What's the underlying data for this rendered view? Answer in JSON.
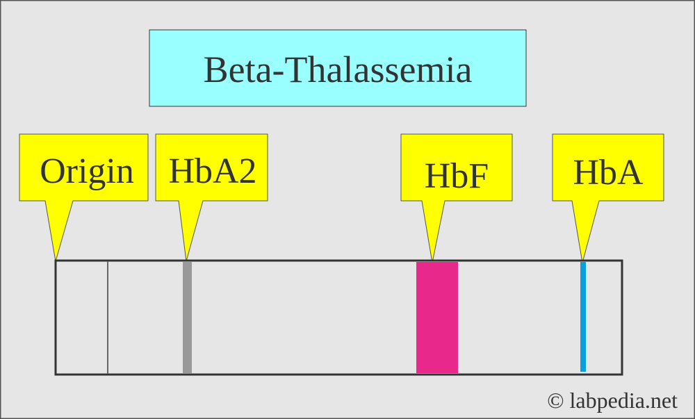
{
  "title": "Beta-Thalassemia",
  "labels": {
    "origin": "Origin",
    "hba2": "HbA2",
    "hbf": "HbF",
    "hba": "HbA"
  },
  "watermark": "© labpedia.net",
  "colors": {
    "background": "#e6e6e6",
    "title_fill": "#99ffff",
    "callout_fill": "#ffff00",
    "hba2_band": "#999999",
    "hbf_band": "#e8288a",
    "hba_band": "#0aa0e0"
  }
}
